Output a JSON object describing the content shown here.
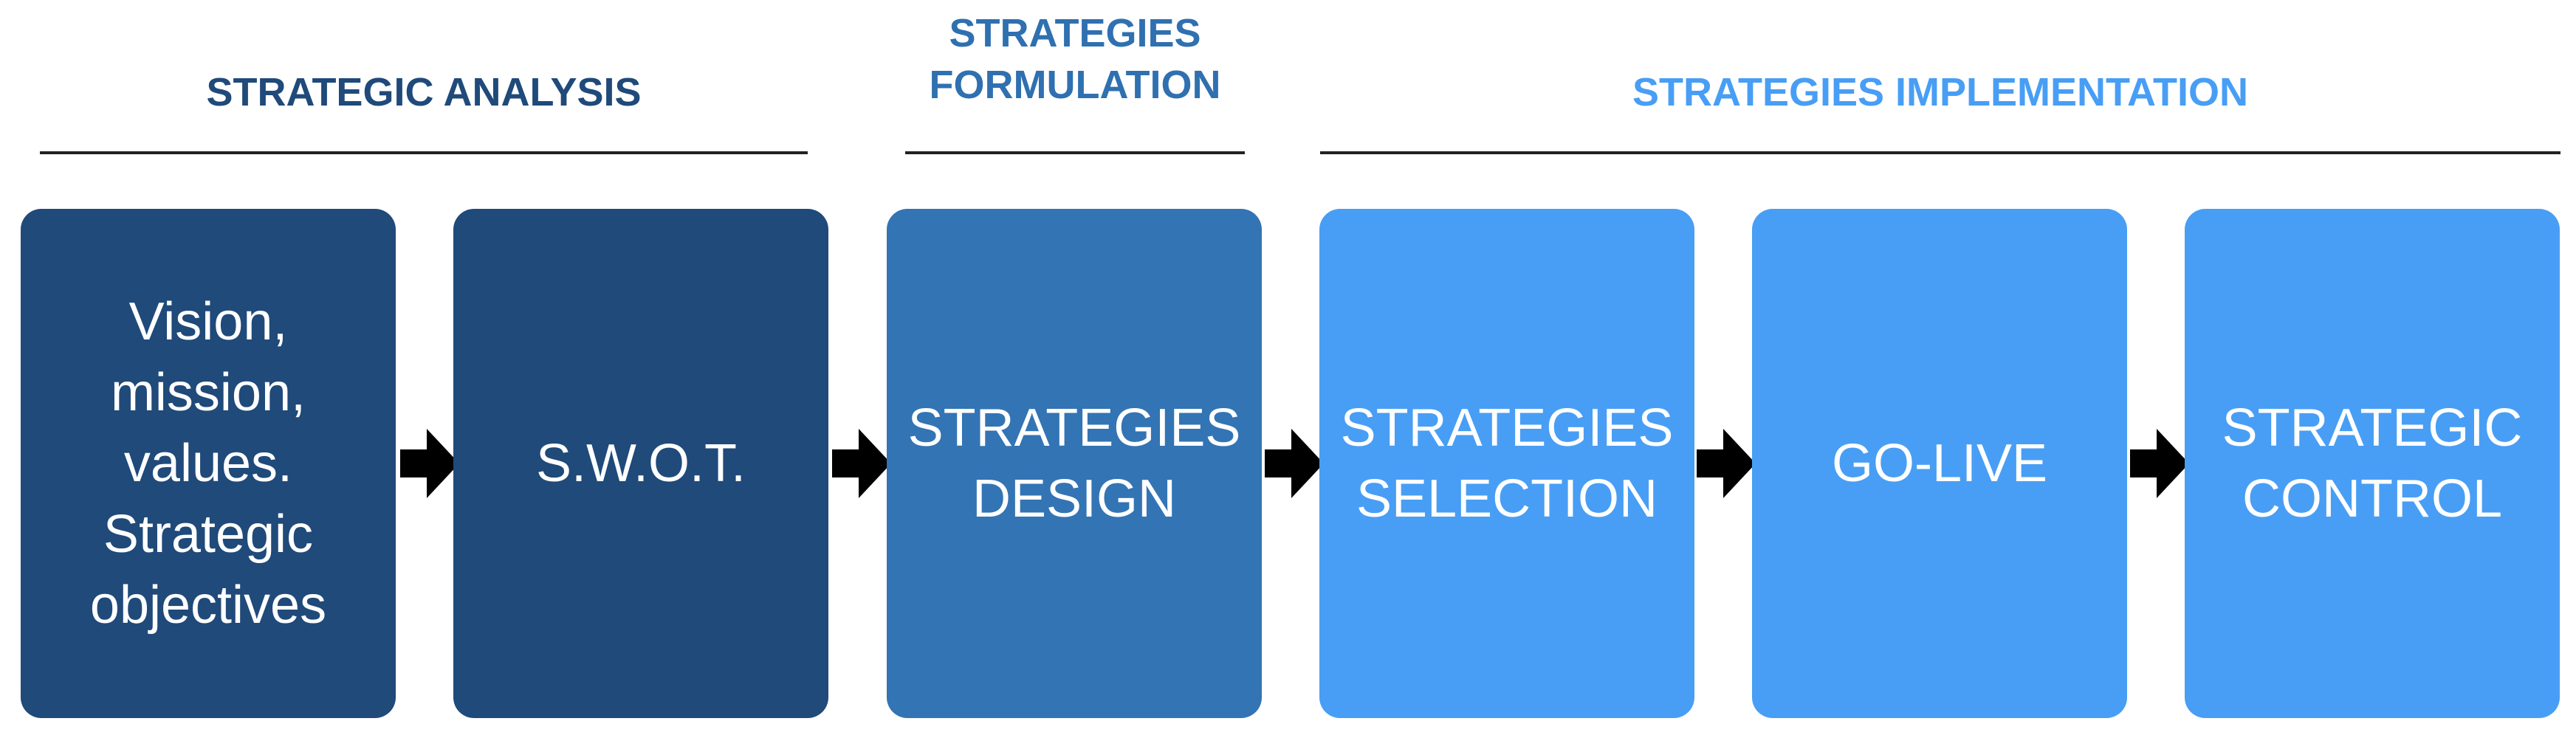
{
  "phases": [
    {
      "title": "STRATEGIC ANALYSIS"
    },
    {
      "title": "STRATEGIES\nFORMULATION"
    },
    {
      "title": "STRATEGIES IMPLEMENTATION"
    }
  ],
  "steps": [
    {
      "label": "Vision,\nmission,\nvalues.\nStrategic\nobjectives"
    },
    {
      "label": "S.W.O.T."
    },
    {
      "label": "STRATEGIES\nDESIGN"
    },
    {
      "label": "STRATEGIES\nSELECTION"
    },
    {
      "label": "GO-LIVE"
    },
    {
      "label": "STRATEGIC\nCONTROL"
    }
  ],
  "colors": {
    "analysis": "#1f4a7a",
    "formulation": "#3374b4",
    "implementation": "#489ef4",
    "analysis_title": "#1f4a7a",
    "formulation_title": "#2f70b0",
    "implementation_title": "#489ef4",
    "arrow": "#000000"
  }
}
